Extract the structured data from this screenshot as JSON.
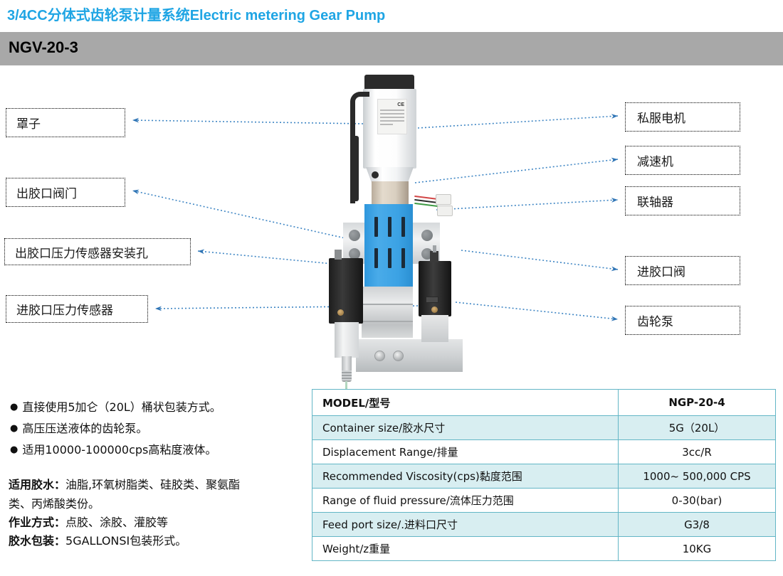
{
  "title": "3/4CC分体式齿轮泵计量系统Electric metering Gear Pump",
  "model_band": {
    "model": "NGV-20-3"
  },
  "colors": {
    "title_blue": "#1fa5e4",
    "band_gray": "#a8a8a8",
    "leader_blue": "#2e74b5",
    "table_border": "#63b6c6",
    "table_alt_row": "#d8eef1",
    "part_blue": "#3ba2e4"
  },
  "callouts": {
    "left": [
      {
        "label": "罩子"
      },
      {
        "label": "出胶口阀门"
      },
      {
        "label": "出胶口压力传感器安装孔"
      },
      {
        "label": "进胶口压力传感器"
      }
    ],
    "right": [
      {
        "label": "私服电机"
      },
      {
        "label": "减速机"
      },
      {
        "label": "联轴器"
      },
      {
        "label": "进胶口阀"
      },
      {
        "label": "齿轮泵"
      }
    ]
  },
  "bullets": [
    "直接使用5加仑（20L）桶状包装方式。",
    "高压压送液体的齿轮泵。",
    "适用10000-100000cps高粘度液体。"
  ],
  "notes": [
    {
      "key": "适用胶水",
      "sep": "：",
      "value": "油脂,环氧树脂类、硅胶类、聚氨酯"
    },
    {
      "key": "",
      "sep": "",
      "value": "类、丙烯酸类份。"
    },
    {
      "key": "作业方式",
      "sep": "：",
      "value": "点胶、涂胶、灌胶等"
    },
    {
      "key": "胶水包装",
      "sep": "：",
      "value": "5GALLONSI包装形式。"
    }
  ],
  "spec_table": {
    "header": {
      "label": "MODEL/型号",
      "value": "NGP-20-4"
    },
    "rows": [
      {
        "label": "Container size/胶水尺寸",
        "value": "5G（20L）"
      },
      {
        "label": "Displacement  Range/排量",
        "value": "3cc/R"
      },
      {
        "label": "Recommended Viscosity(cps)黏度范围",
        "value": "1000~ 500,000 CPS"
      },
      {
        "label": "Range of fluid pressure/流体压力范围",
        "value": "0-30(bar)"
      },
      {
        "label": "Feed port size/.进料口尺寸",
        "value": "G3/8"
      },
      {
        "label": "Weight/z重量",
        "value": "10KG"
      }
    ]
  }
}
